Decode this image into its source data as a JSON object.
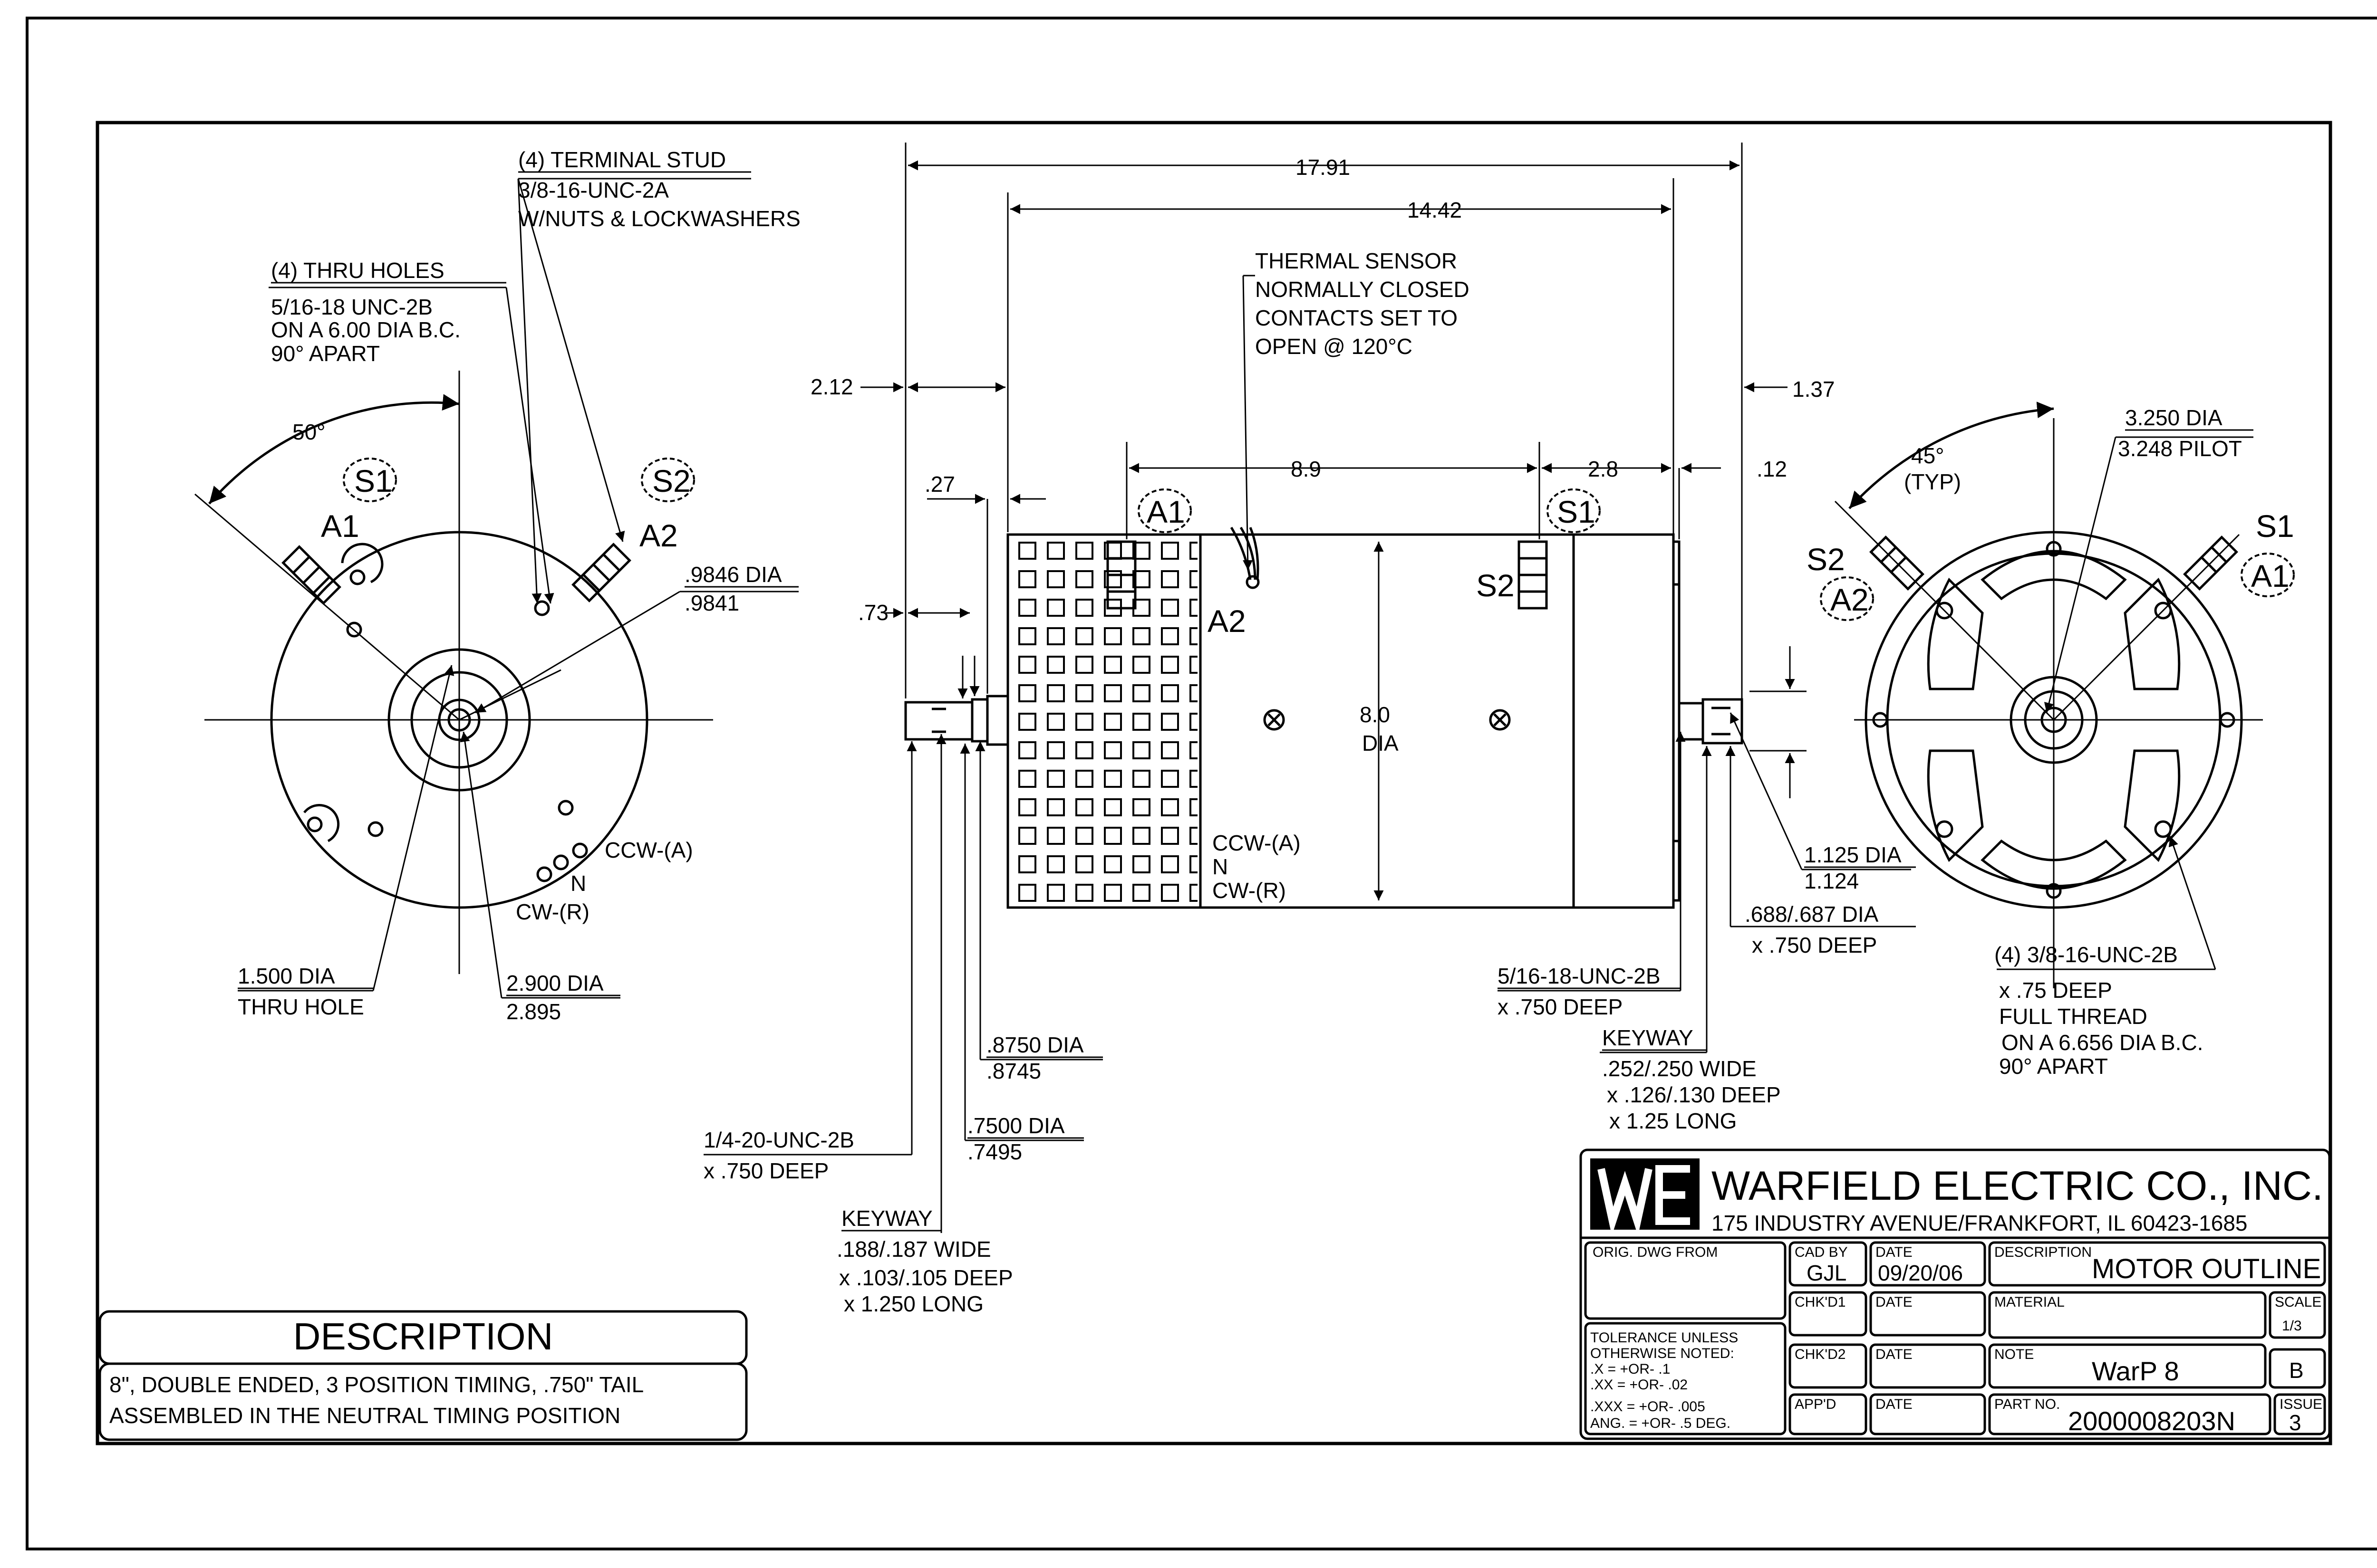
{
  "left_view": {
    "terminal_stud": {
      "title": "(4) TERMINAL STUD",
      "spec": "3/8-16-UNC-2A",
      "note": "W/NUTS & LOCKWASHERS"
    },
    "thru_holes": {
      "title": "(4) THRU HOLES",
      "line1": "5/16-18 UNC-2B",
      "line2": "ON A 6.00 DIA B.C.",
      "line3": "90° APART"
    },
    "angle": "50°",
    "s1": "S1",
    "s2": "S2",
    "a1": "A1",
    "a2": "A2",
    "bore": {
      "upper": ".9846 DIA",
      "lower": ".9841"
    },
    "ccw": "CCW-(A)",
    "n": "N",
    "cw": "CW-(R)",
    "thru_hole": {
      "upper": "1.500 DIA",
      "lower": "THRU HOLE"
    },
    "pilot": {
      "upper": "2.900 DIA",
      "lower": "2.895"
    }
  },
  "side_view": {
    "overall": "17.91",
    "body": "14.42",
    "left_ext": "2.12",
    "right_ext": "1.37",
    "d89": "8.9",
    "d28": "2.8",
    "d12": ".12",
    "d27": ".27",
    "d73": ".73",
    "thermal": {
      "l1": "THERMAL  SENSOR",
      "l2": "NORMALLY CLOSED",
      "l3": "CONTACTS SET TO",
      "l4": "OPEN @ 120°C"
    },
    "a1": "A1",
    "a2": "A2",
    "s1": "S1",
    "s2": "S2",
    "dia_value": "8.0",
    "dia_label": "DIA",
    "ccw": "CCW-(A)",
    "n": "N",
    "cw": "CW-(R)",
    "shaft_dia": {
      "upper": "1.125 DIA",
      "lower": "1.124"
    },
    "tail_dia": {
      "upper": ".688/.687 DIA",
      "lower": "x .750 DEEP"
    },
    "tap_right": {
      "upper": "5/16-18-UNC-2B",
      "lower": "x .750 DEEP"
    },
    "keyway_right": {
      "title": "KEYWAY",
      "l1": ".252/.250 WIDE",
      "l2": "x .126/.130 DEEP",
      "l3": "x 1.25 LONG"
    },
    "dia875": {
      "upper": ".8750 DIA",
      "lower": ".8745"
    },
    "dia750": {
      "upper": ".7500 DIA",
      "lower": ".7495"
    },
    "tap_left": {
      "upper": "1/4-20-UNC-2B",
      "lower": "x .750 DEEP"
    },
    "keyway_left": {
      "title": "KEYWAY",
      "l1": ".188/.187 WIDE",
      "l2": "x .103/.105 DEEP",
      "l3": "x 1.250 LONG"
    }
  },
  "right_view": {
    "dia_upper": "3.250 DIA",
    "dia_lower": "3.248 PILOT",
    "angle": "45°",
    "typ": "(TYP)",
    "s1": "S1",
    "s2": "S2",
    "a1": "A1",
    "a2": "A2",
    "holes": {
      "l1": "(4) 3/8-16-UNC-2B",
      "l2": "x .75 DEEP",
      "l3": "FULL THREAD",
      "l4": "ON A 6.656 DIA B.C.",
      "l5": "90° APART"
    }
  },
  "description": {
    "heading": "DESCRIPTION",
    "line1": "8\", DOUBLE ENDED,  3 POSITION TIMING, .750\" TAIL",
    "line2": "ASSEMBLED IN THE NEUTRAL TIMING POSITION"
  },
  "title_block": {
    "company": "WARFIELD ELECTRIC CO., INC.",
    "address": "175 INDUSTRY AVENUE/FRANKFORT, IL 60423-1685",
    "orig_dwg_label": "ORIG. DWG FROM",
    "cad_by_label": "CAD BY",
    "cad_by": "GJL",
    "date_label": "DATE",
    "date": "09/20/06",
    "description_label": "DESCRIPTION",
    "description": "MOTOR OUTLINE",
    "chk1_label": "CHK'D1",
    "material_label": "MATERIAL",
    "scale_label": "SCALE",
    "scale": "1/3",
    "tol1": "TOLERANCE UNLESS",
    "tol2": "OTHERWISE NOTED:",
    "tol3": ".X     = +OR- .1",
    "tol4": ".XX    = +OR- .02",
    "tol5": ".XXX  = +OR- .005",
    "tol6": "ANG. = +OR- .5 DEG.",
    "chk2_label": "CHK'D2",
    "note_label": "NOTE",
    "note": "WarP 8",
    "size": "B",
    "appd_label": "APP'D",
    "part_label": "PART NO.",
    "part": "2000008203N",
    "issue_label": "ISSUE",
    "issue": "3"
  }
}
